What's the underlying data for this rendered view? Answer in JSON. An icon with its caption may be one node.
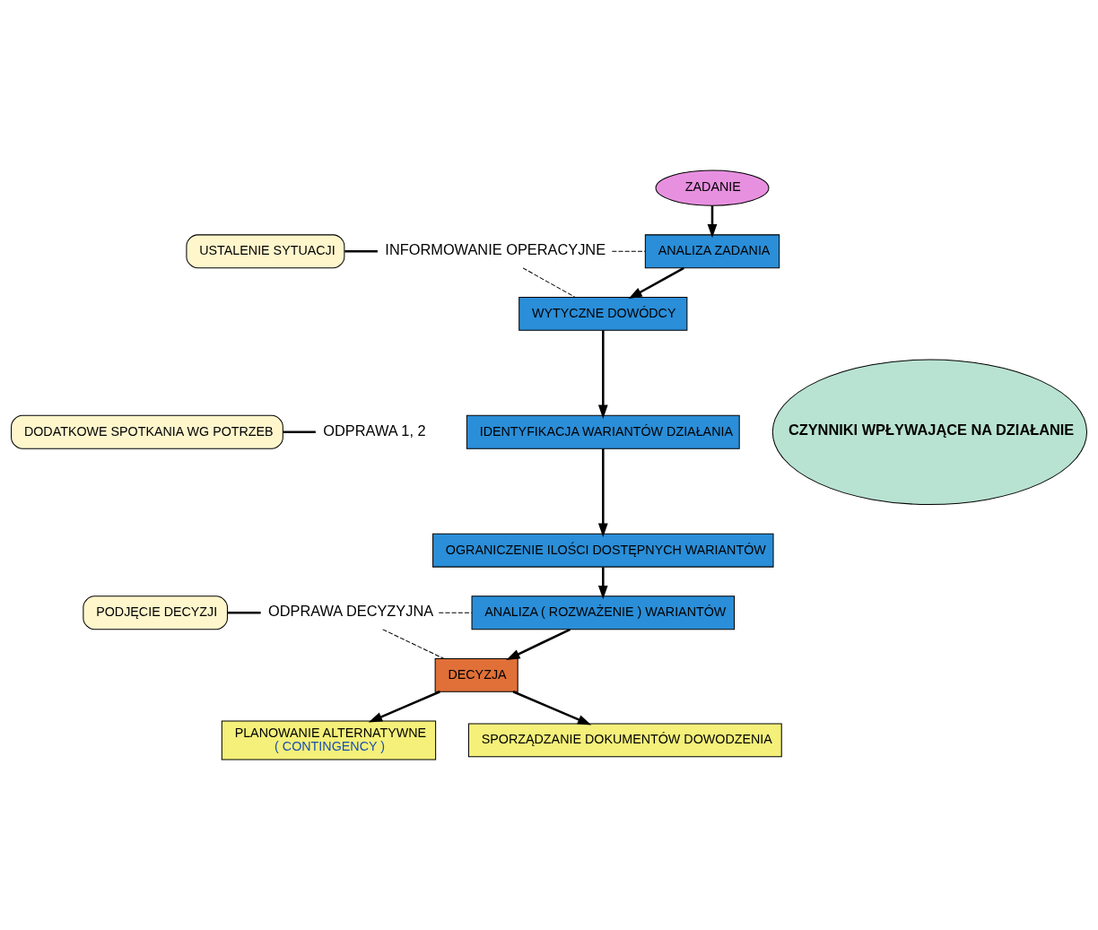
{
  "diagram": {
    "nodes": [
      {
        "text": [
          "ZADANIE"
        ]
      },
      {
        "text": [
          "CZYNNIKI WPŁYWAJĄCE NA DZIAŁANIE"
        ]
      },
      {
        "text": [
          "ANALIZA ZADANIA"
        ]
      },
      {
        "text": [
          "WYTYCZNE DOWÓDCY"
        ]
      },
      {
        "text": [
          "IDENTYFIKACJA WARIANTÓW DZIAŁANIA"
        ]
      },
      {
        "text": [
          "OGRANICZENIE ILOŚCI DOSTĘPNYCH WARIANTÓW"
        ]
      },
      {
        "text": [
          "ANALIZA ( ROZWAŻENIE ) WARIANTÓW"
        ]
      },
      {
        "text": [
          "DECYZJA"
        ]
      },
      {
        "text": [
          "PLANOWANIE ALTERNATYWNE",
          "( CONTINGENCY )"
        ]
      },
      {
        "text": [
          "SPORZĄDZANIE DOKUMENTÓW DOWODZENIA"
        ]
      },
      {
        "text": [
          "USTALENIE SYTUACJI"
        ]
      },
      {
        "text": [
          "INFORMOWANIE OPERACYJNE"
        ]
      },
      {
        "text": [
          "DODATKOWE SPOTKANIA WG POTRZEB"
        ]
      },
      {
        "text": [
          "ODPRAWA 1, 2"
        ]
      },
      {
        "text": [
          "PODJĘCIE DECYZJI"
        ]
      },
      {
        "text": [
          "ODPRAWA DECYZYJNA"
        ]
      }
    ],
    "edges": [
      {
        "from": 0,
        "to": 2,
        "arrow": "to"
      },
      {
        "from": 2,
        "to": 3,
        "arrow": "to"
      },
      {
        "from": 3,
        "to": 4,
        "arrow": "to"
      },
      {
        "from": 4,
        "to": 5,
        "arrow": "to"
      },
      {
        "from": 5,
        "to": 6,
        "arrow": "to"
      },
      {
        "from": 6,
        "to": 7,
        "arrow": "to"
      },
      {
        "from": 7,
        "to": 8,
        "arrow": "to"
      },
      {
        "from": 7,
        "to": 9,
        "arrow": "to"
      },
      {
        "from": 10,
        "to": 11,
        "arrow": "none"
      },
      {
        "from": 12,
        "to": 13,
        "arrow": "none"
      },
      {
        "from": 14,
        "to": 15,
        "arrow": "none"
      },
      {
        "from": 11,
        "to": 2,
        "arrow": "none",
        "style": "dashed"
      },
      {
        "from": 11,
        "to": 3,
        "arrow": "none",
        "style": "dashed"
      },
      {
        "from": 15,
        "to": 6,
        "arrow": "none",
        "style": "dashed"
      },
      {
        "from": 15,
        "to": 7,
        "arrow": "none",
        "style": "dashed"
      }
    ]
  }
}
